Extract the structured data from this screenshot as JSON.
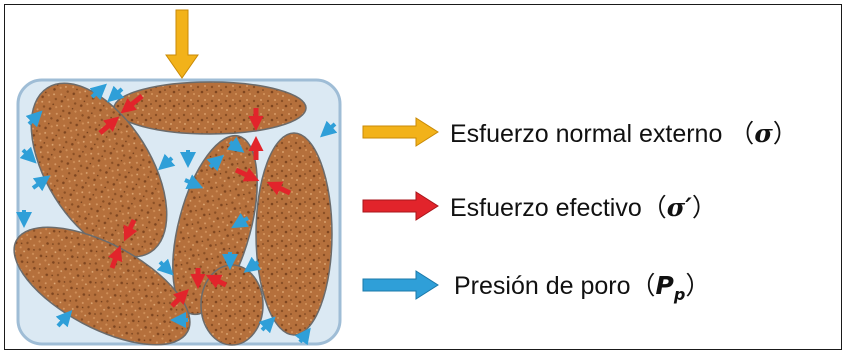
{
  "colors": {
    "external_stress": "#f2b21a",
    "effective_stress": "#e2242b",
    "pore_pressure": "#2f9fd8",
    "grain": "#b5703c",
    "container_fill": "#dbe9f3",
    "container_stroke": "#9fbdd6"
  },
  "legend": [
    {
      "key": "external",
      "label": "Esfuerzo normal externo",
      "symbol": "σ",
      "subscript": ""
    },
    {
      "key": "effective",
      "label": "Esfuerzo efectivo",
      "symbol": "σ′",
      "subscript": ""
    },
    {
      "key": "pore",
      "label": "Presión de poro",
      "symbol": "P",
      "subscript": "p"
    }
  ],
  "icons": [
    "arrow-right-icon",
    "arrow-down-icon",
    "compression-arrows-icon",
    "pore-pressure-arrow-icon"
  ]
}
